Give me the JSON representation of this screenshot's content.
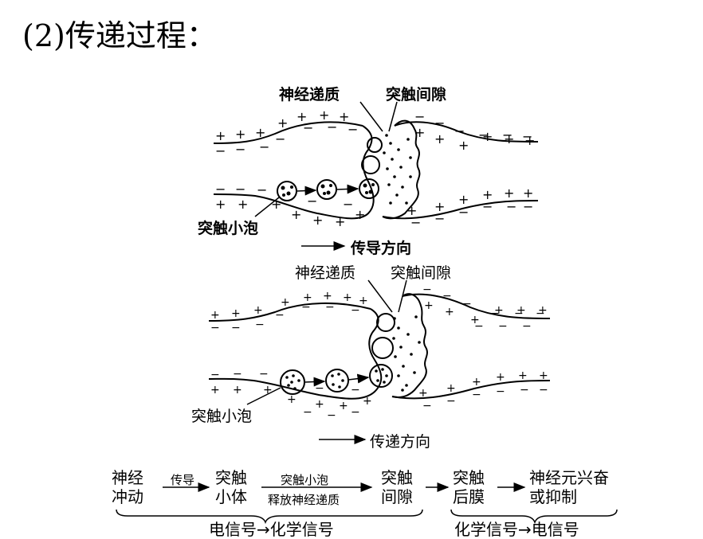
{
  "title": "(2)传递过程：",
  "diagram1": {
    "labels": {
      "neurotransmitter": "神经递质",
      "cleft": "突触间隙",
      "vesicle": "突触小泡",
      "direction": "传导方向"
    }
  },
  "diagram2": {
    "labels": {
      "neurotransmitter": "神经递质",
      "cleft": "突触间隙",
      "vesicle": "突触小泡",
      "direction": "传递方向"
    }
  },
  "flow": {
    "nodes": [
      "神经冲动",
      "突触小体",
      "突触间隙",
      "突触后膜",
      "神经元兴奋或抑制"
    ],
    "node_lines": [
      [
        "神经",
        "冲动"
      ],
      [
        "突触",
        "小体"
      ],
      [
        "突触",
        "间隙"
      ],
      [
        "突触",
        "后膜"
      ],
      [
        "神经元兴奋",
        "或抑制"
      ]
    ],
    "arrow1_label": "传导",
    "arrow2_top": "突触小泡",
    "arrow2_bottom": "释放神经递质",
    "bracket_left": "电信号→化学信号",
    "bracket_right": "化学信号→电信号"
  }
}
